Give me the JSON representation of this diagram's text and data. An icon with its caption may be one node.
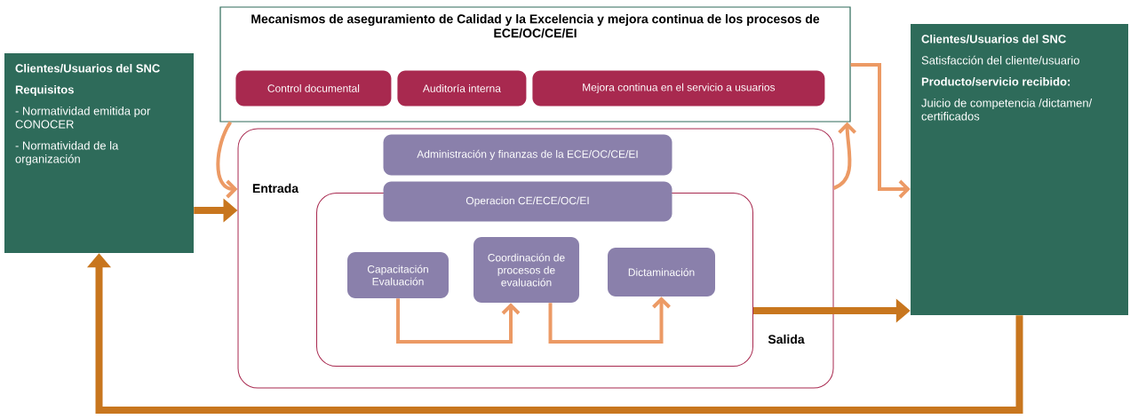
{
  "diagram": {
    "nodes": [
      {
        "text": [
          "Clientes/Usuarios del SNC",
          "Requisitos",
          "- Normatividad emitida por CONOCER",
          "- Normatividad de la organización"
        ]
      },
      {
        "text": [
          "Mecanismos de aseguramiento de Calidad y la Excelencia y mejora continua de los procesos de ECE/OC/CE/EI"
        ]
      },
      {
        "text": [
          "Control documental"
        ],
        "in": 1
      },
      {
        "text": [
          "Auditoría interna"
        ],
        "in": 1
      },
      {
        "text": [
          "Mejora continua en el servicio a usuarios"
        ],
        "in": 1
      },
      {
        "text": [],
        "shape": "box"
      },
      {
        "text": [
          "Administración y finanzas de la ECE/OC/CE/EI"
        ],
        "in": 5
      },
      {
        "text": [],
        "shape": "box",
        "in": 5
      },
      {
        "text": [
          "Operacion CE/ECE/OC/EI"
        ],
        "in": 5
      },
      {
        "text": [
          "Capacitación Evaluación"
        ],
        "in": 7
      },
      {
        "text": [
          "Coordinación de procesos de evaluación"
        ],
        "in": 7
      },
      {
        "text": [
          "Dictaminación"
        ],
        "in": 7
      },
      {
        "text": [
          "Clientes/Usuarios del SNC",
          "Satisfacción del cliente/usuario",
          "Producto/servicio recibido:",
          "Juicio de competencia /dictamen/ certificados"
        ]
      }
    ],
    "edges": [
      {
        "from": 0,
        "to": 5,
        "arrow": "to",
        "label": "Entrada",
        "style": "thick",
        "color": "#c8761e"
      },
      {
        "from": 1,
        "to": 5,
        "arrow": "to"
      },
      {
        "from": 5,
        "to": 1,
        "arrow": "to"
      },
      {
        "from": 1,
        "to": 12,
        "arrow": "to"
      },
      {
        "from": 7,
        "to": 12,
        "arrow": "to",
        "label": "Salida",
        "style": "thick",
        "color": "#c8761e"
      },
      {
        "from": 12,
        "to": 0,
        "arrow": "to",
        "style": "thick",
        "color": "#c8761e"
      },
      {
        "from": 9,
        "to": 10,
        "arrow": "to"
      },
      {
        "from": 10,
        "to": 11,
        "arrow": "to"
      }
    ]
  }
}
